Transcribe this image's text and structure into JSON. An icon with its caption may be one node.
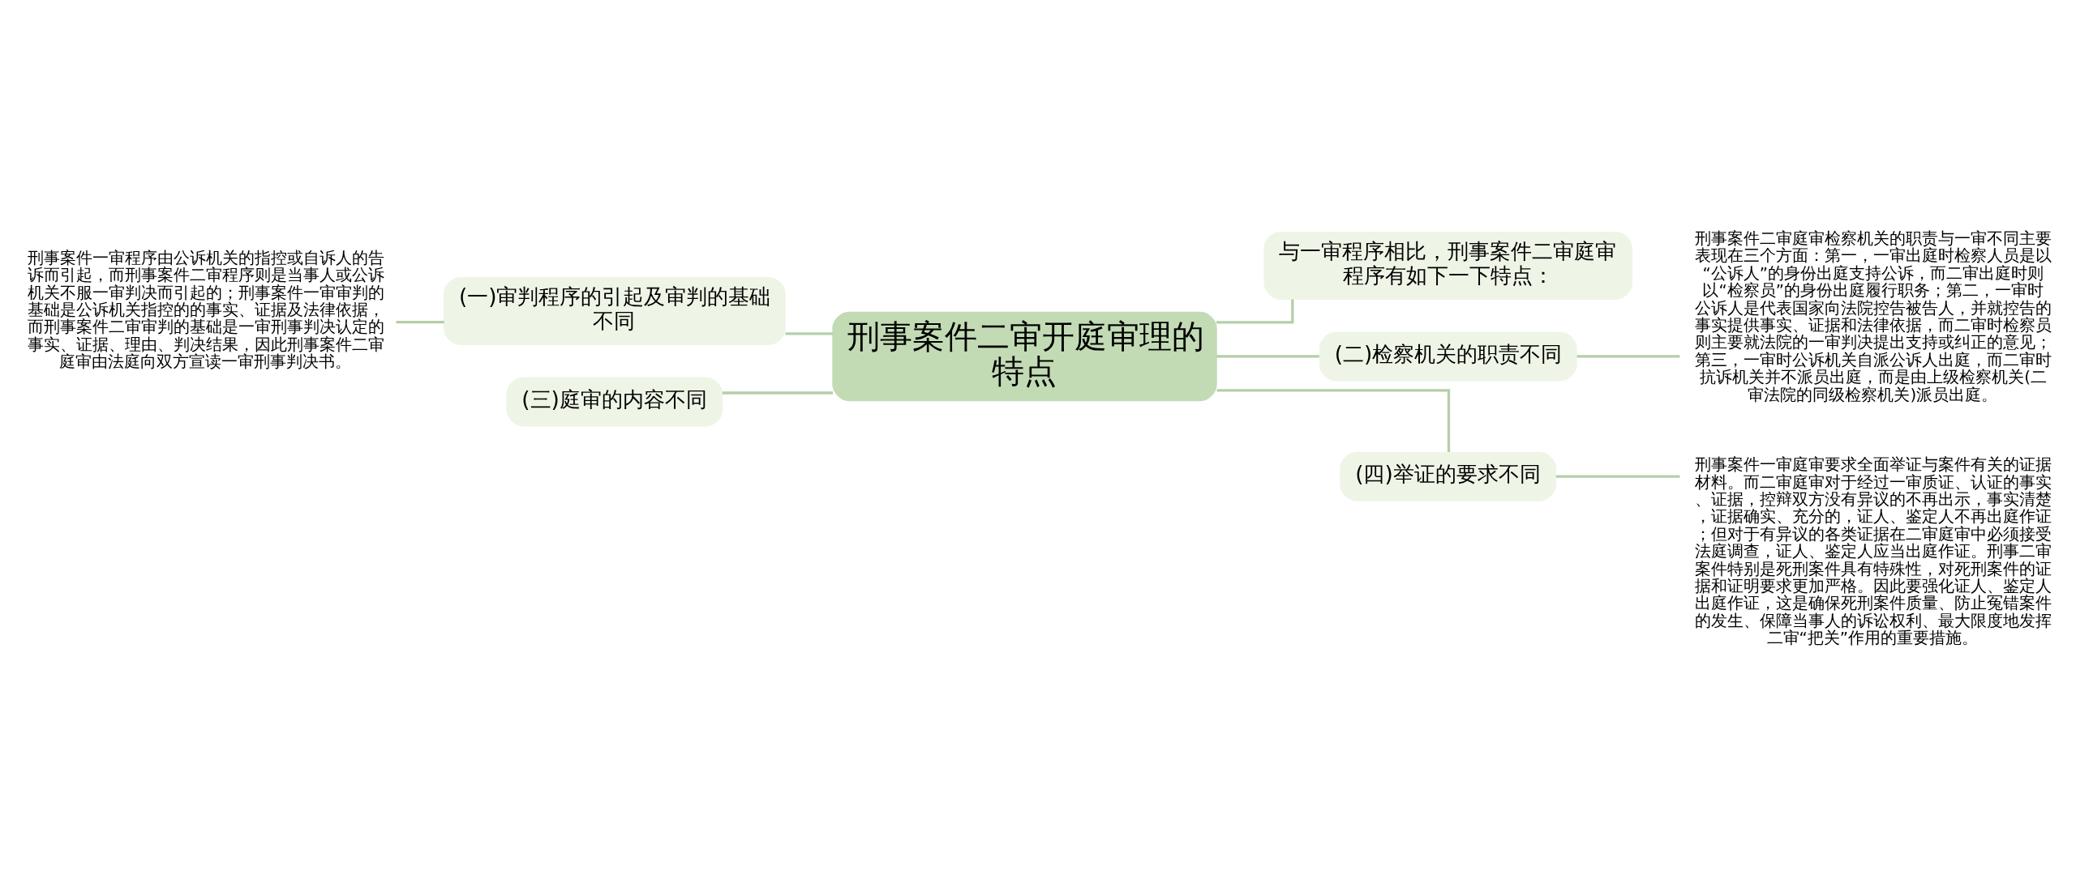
{
  "diagram": {
    "nodes": [
      {
        "text": [
          "刑事案件二审开庭审理的特点"
        ]
      },
      {
        "text": [
          "(一)审判程序的引起及审判的基础不同"
        ]
      },
      {
        "text": [
          "刑事案件一审程序由公诉机关的指控或自诉人的告诉而引起，而刑事案件二审程序则是当事人或公诉机关不服一审判决而引起的；刑事案件一审审判的基础是公诉机关指控的的事实、证据及法律依据，而刑事案件二审审判的基础是一审刑事判决认定的事实、证据、理由、判决结果，因此刑事案件二审庭审由法庭向双方宣读一审刑事判决书。"
        ]
      },
      {
        "text": [
          "(三)庭审的内容不同"
        ]
      },
      {
        "text": [
          "与一审程序相比，刑事案件二审庭审程序有如下一下特点："
        ]
      },
      {
        "text": [
          "(二)检察机关的职责不同"
        ]
      },
      {
        "text": [
          "刑事案件二审庭审检察机关的职责与一审不同主要表现在三个方面：第一，一审出庭时检察人员是以“公诉人”的身份出庭支持公诉，而二审出庭时则以“检察员”的身份出庭履行职务；第二，一审时公诉人是代表国家向法院控告被告人，并就控告的事实提供事实、证据和法律依据，而二审时检察员则主要就法院的一审判决提出支持或纠正的意见；第三，一审时公诉机关自派公诉人出庭，而二审时抗诉机关并不派员出庭，而是由上级检察机关(二审法院的同级检察机关)派员出庭。"
        ]
      },
      {
        "text": [
          "(四)举证的要求不同"
        ]
      },
      {
        "text": [
          "刑事案件一审庭审要求全面举证与案件有关的证据材料。而二审庭审对于经过一审质证、认证的事实、证据，控辩双方没有异议的不再出示，事实清楚，证据确实、充分的，证人、鉴定人不再出庭作证；但对于有异议的各类证据在二审庭审中必须接受法庭调查，证人、鉴定人应当出庭作证。刑事二审案件特别是死刑案件具有特殊性，对死刑案件的证据和证明要求更加严格。因此要强化证人、鉴定人出庭作证，这是确保死刑案件质量、防止冤错案件的发生、保障当事人的诉讼权利、最大限度地发挥二审“把关”作用的重要措施。"
        ]
      }
    ],
    "edges": [
      {
        "from": 0,
        "to": 1,
        "arrow": "none"
      },
      {
        "from": 1,
        "to": 2,
        "arrow": "none"
      },
      {
        "from": 0,
        "to": 3,
        "arrow": "none"
      },
      {
        "from": 0,
        "to": 4,
        "arrow": "none"
      },
      {
        "from": 0,
        "to": 5,
        "arrow": "none"
      },
      {
        "from": 5,
        "to": 6,
        "arrow": "none"
      },
      {
        "from": 0,
        "to": 7,
        "arrow": "none"
      },
      {
        "from": 7,
        "to": 8,
        "arrow": "none"
      }
    ]
  }
}
